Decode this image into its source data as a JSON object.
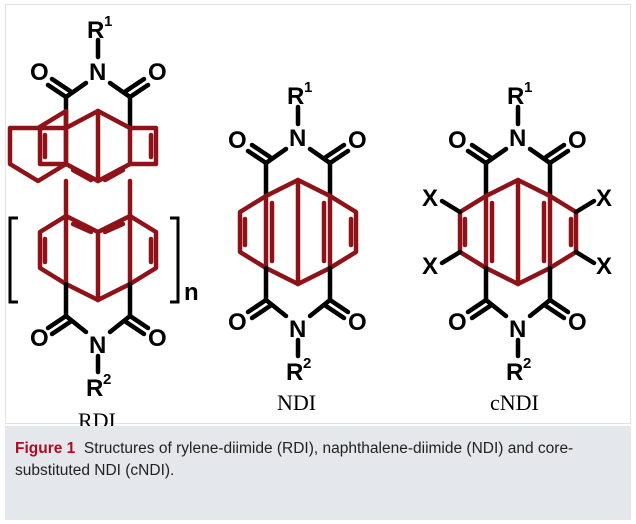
{
  "figure": {
    "labels": {
      "rdi": "RDI",
      "ndi": "NDI",
      "cndi": "cNDI"
    },
    "atoms": {
      "r": "R",
      "sup1": "1",
      "sup2": "2",
      "n": "N",
      "o": "O",
      "x": "X",
      "repeat": "n"
    },
    "colors": {
      "core_ring": "#8e1218",
      "bond": "#000000",
      "caption_label": "#b00b1e",
      "caption_bg": "#e4e7ec"
    }
  },
  "caption": {
    "label": "Figure 1",
    "text": "Structures of rylene-diimide (RDI), naphthalene-diimide (NDI) and core-substituted NDI (cNDI)."
  }
}
